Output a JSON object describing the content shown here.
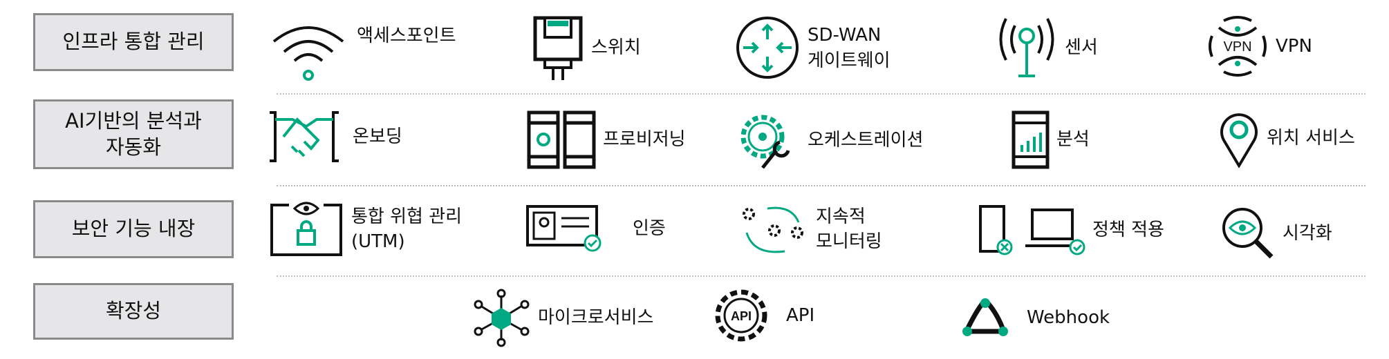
{
  "colors": {
    "accent": "#01a982",
    "box_bg": "#e6e6e8",
    "box_border": "#8a8a8a"
  },
  "rows": [
    {
      "category": "인프라 통합 관리",
      "items": [
        {
          "label": "액세스포인트",
          "icon": "wifi-icon"
        },
        {
          "label": "스위치",
          "icon": "ethernet-port-icon"
        },
        {
          "label": "SD-WAN\n게이트웨이",
          "icon": "router-icon"
        },
        {
          "label": "센서",
          "icon": "sensor-antenna-icon"
        },
        {
          "label": "VPN",
          "icon": "vpn-icon"
        }
      ]
    },
    {
      "category": "AI기반의 분석과\n자동화",
      "items": [
        {
          "label": "온보딩",
          "icon": "handshake-icon"
        },
        {
          "label": "프로비저닝",
          "icon": "provisioning-icon"
        },
        {
          "label": "오케스트레이션",
          "icon": "gear-wrench-icon"
        },
        {
          "label": "분석",
          "icon": "mobile-chart-icon"
        },
        {
          "label": "위치 서비스",
          "icon": "location-pin-icon"
        }
      ]
    },
    {
      "category": "보안 기능 내장",
      "items": [
        {
          "label": "통합 위협 관리\n(UTM)",
          "icon": "eye-lock-icon"
        },
        {
          "label": "인증",
          "icon": "id-card-check-icon"
        },
        {
          "label": "지속적\n모니터링",
          "icon": "gears-cycle-icon"
        },
        {
          "label": "정책 적용",
          "icon": "devices-check-icon"
        },
        {
          "label": "시각화",
          "icon": "eye-magnifier-icon"
        }
      ]
    },
    {
      "category": "확장성",
      "items": [
        {
          "label": "마이크로서비스",
          "icon": "microservices-icon"
        },
        {
          "label": "API",
          "icon": "api-gear-icon"
        },
        {
          "label": "Webhook",
          "icon": "webhook-icon"
        }
      ]
    }
  ]
}
